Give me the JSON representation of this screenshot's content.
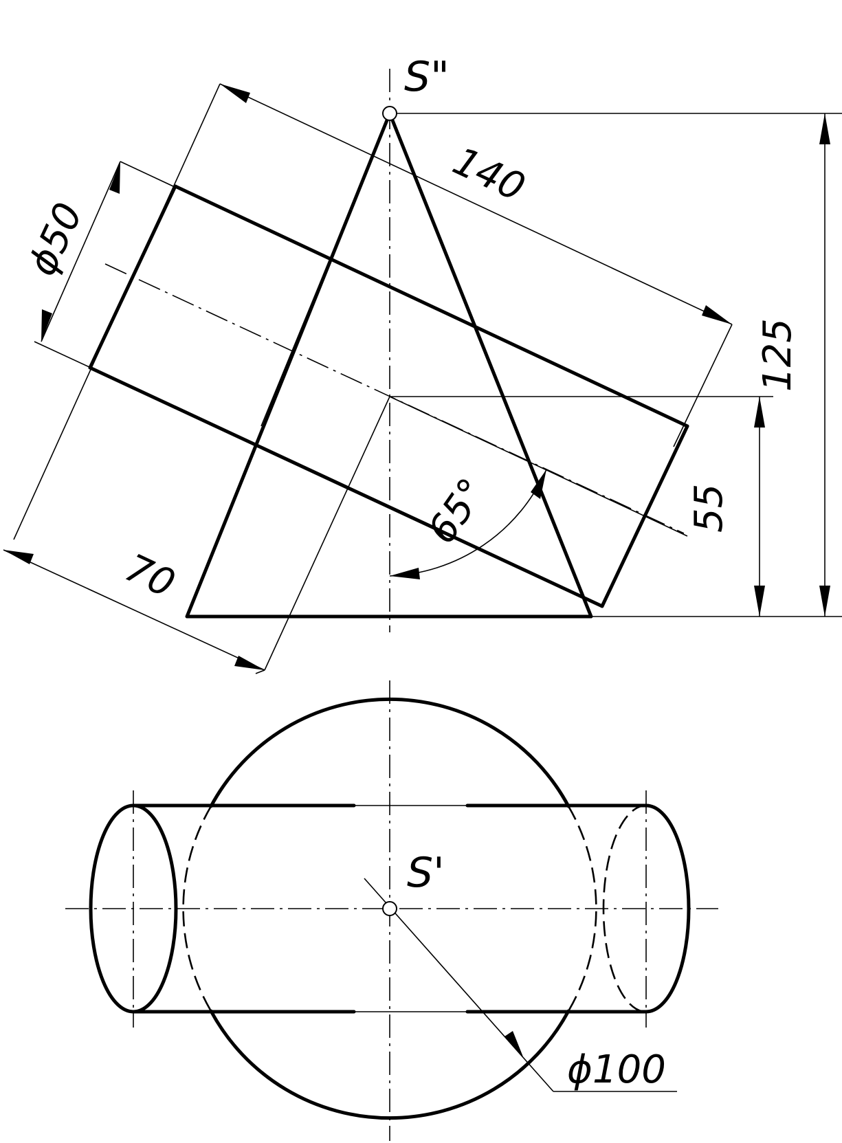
{
  "points": {
    "apex_front": "S\"",
    "apex_top": "S'"
  },
  "dimensions": {
    "cylinder_length": "140",
    "cylinder_diameter": "ϕ50",
    "offset": "70",
    "angle": "65°",
    "axis_height": "55",
    "cone_height": "125",
    "base_diameter": "ϕ100"
  }
}
